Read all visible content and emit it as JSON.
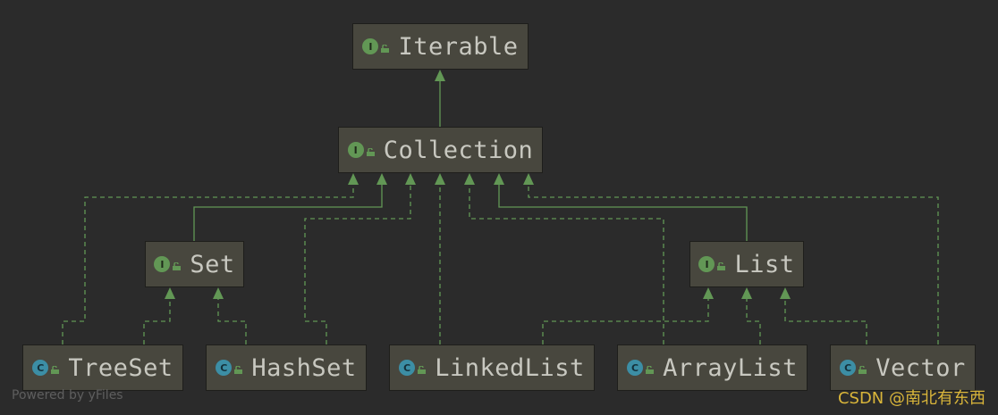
{
  "diagram": {
    "nodes": {
      "iterable": {
        "label": "Iterable",
        "kind": "interface",
        "badge": "I"
      },
      "collection": {
        "label": "Collection",
        "kind": "interface",
        "badge": "I"
      },
      "set": {
        "label": "Set",
        "kind": "interface",
        "badge": "I"
      },
      "list": {
        "label": "List",
        "kind": "interface",
        "badge": "I"
      },
      "treeset": {
        "label": "TreeSet",
        "kind": "class",
        "badge": "C"
      },
      "hashset": {
        "label": "HashSet",
        "kind": "class",
        "badge": "C"
      },
      "linkedlist": {
        "label": "LinkedList",
        "kind": "class",
        "badge": "C"
      },
      "arraylist": {
        "label": "ArrayList",
        "kind": "class",
        "badge": "C"
      },
      "vector": {
        "label": "Vector",
        "kind": "class",
        "badge": "C"
      }
    },
    "edges": [
      {
        "from": "collection",
        "to": "iterable",
        "type": "extends"
      },
      {
        "from": "set",
        "to": "collection",
        "type": "extends"
      },
      {
        "from": "list",
        "to": "collection",
        "type": "extends"
      },
      {
        "from": "treeset",
        "to": "collection",
        "type": "implements"
      },
      {
        "from": "hashset",
        "to": "collection",
        "type": "implements"
      },
      {
        "from": "linkedlist",
        "to": "collection",
        "type": "implements"
      },
      {
        "from": "arraylist",
        "to": "collection",
        "type": "implements"
      },
      {
        "from": "vector",
        "to": "collection",
        "type": "implements"
      },
      {
        "from": "treeset",
        "to": "set",
        "type": "implements"
      },
      {
        "from": "hashset",
        "to": "set",
        "type": "implements"
      },
      {
        "from": "linkedlist",
        "to": "list",
        "type": "implements"
      },
      {
        "from": "arraylist",
        "to": "list",
        "type": "implements"
      },
      {
        "from": "vector",
        "to": "list",
        "type": "implements"
      }
    ]
  },
  "colors": {
    "background": "#2b2b2b",
    "node_fill": "#48473e",
    "edge": "#629755",
    "interface_badge": "#629755",
    "class_badge": "#3c8ea5",
    "watermark_right": "#d9b53a"
  },
  "watermarks": {
    "left": "Powered by yFiles",
    "right": "CSDN @南北有东西"
  }
}
